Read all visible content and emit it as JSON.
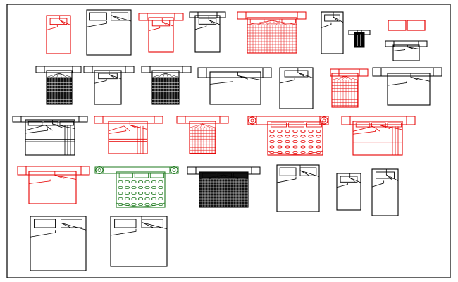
{
  "drawing": {
    "colors": {
      "ink": "#000000",
      "red": "#e60000",
      "green": "#1e7a1e",
      "paper": "#ffffff"
    },
    "beds": [
      {
        "name": "single-bed-red-small",
        "style": "single",
        "color": "red"
      },
      {
        "name": "double-bed-plain",
        "style": "double",
        "color": "ink"
      },
      {
        "name": "bed-red-headboard",
        "style": "headboard",
        "color": "red"
      },
      {
        "name": "single-bed-plain",
        "style": "single",
        "color": "ink"
      },
      {
        "name": "bed-red-hatched-wide",
        "style": "hatched",
        "color": "red"
      },
      {
        "name": "single-bed-tall",
        "style": "single",
        "color": "ink"
      },
      {
        "name": "bedside-table",
        "style": "table",
        "color": "ink"
      },
      {
        "name": "pillow-pair-red",
        "style": "pillows",
        "color": "red"
      },
      {
        "name": "bed-low-headboard",
        "style": "headboard",
        "color": "ink"
      },
      {
        "name": "bed-black-hatched",
        "style": "hatched",
        "color": "ink"
      },
      {
        "name": "bed-headboard-plain",
        "style": "headboard",
        "color": "ink"
      },
      {
        "name": "bed-black-hatched-2",
        "style": "hatched",
        "color": "ink"
      },
      {
        "name": "bed-wide-headboard",
        "style": "headboard",
        "color": "ink"
      },
      {
        "name": "double-bed-fold",
        "style": "double",
        "color": "ink"
      },
      {
        "name": "bed-red-hatched-narrow",
        "style": "hatched",
        "color": "red"
      },
      {
        "name": "bed-headboard-plain-2",
        "style": "headboard",
        "color": "ink"
      },
      {
        "name": "bed-striped-black",
        "style": "striped",
        "color": "ink"
      },
      {
        "name": "bed-red-wide",
        "style": "headboard",
        "color": "red"
      },
      {
        "name": "bed-red-grid",
        "style": "hatched",
        "color": "red"
      },
      {
        "name": "bed-red-patterned-lamps",
        "style": "patterned",
        "color": "red"
      },
      {
        "name": "bed-red-striped",
        "style": "striped",
        "color": "red"
      },
      {
        "name": "bed-red-wide-2",
        "style": "headboard",
        "color": "red"
      },
      {
        "name": "bed-green-patterned-lamps",
        "style": "patterned",
        "color": "green"
      },
      {
        "name": "bed-black-solid",
        "style": "hatched",
        "color": "ink"
      },
      {
        "name": "double-bed-plain-2",
        "style": "double",
        "color": "ink"
      },
      {
        "name": "single-bed-plain-2",
        "style": "single",
        "color": "ink"
      },
      {
        "name": "single-bed-plain-3",
        "style": "single",
        "color": "ink"
      },
      {
        "name": "double-bed-large",
        "style": "double",
        "color": "ink"
      },
      {
        "name": "double-bed-large-2",
        "style": "double",
        "color": "ink"
      }
    ]
  }
}
